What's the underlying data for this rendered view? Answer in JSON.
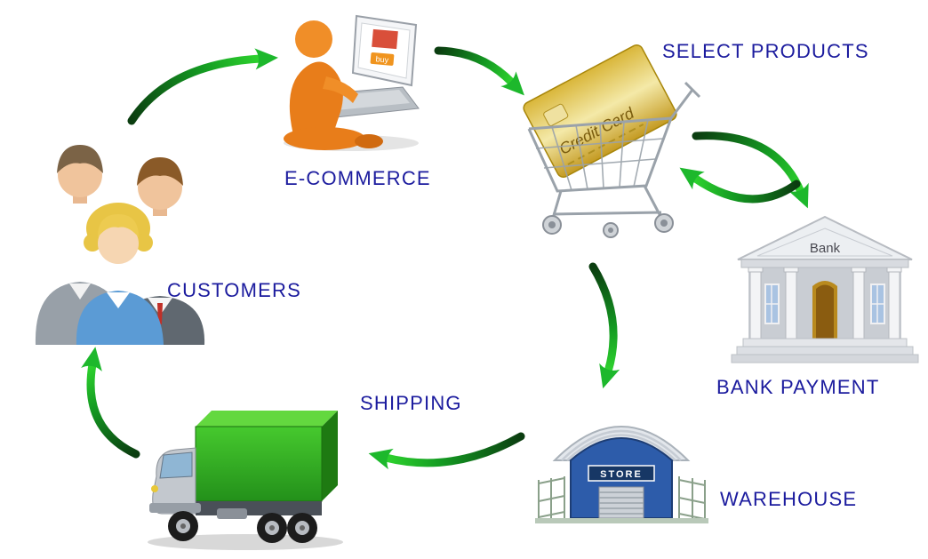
{
  "diagram": {
    "background": "#ffffff",
    "label_color": "#1b1b9e",
    "arrow_color_dark": "#0b3d10",
    "arrow_color_bright": "#2ed32e",
    "nodes": [
      {
        "id": "customers",
        "label": "CUSTOMERS"
      },
      {
        "id": "e-commerce",
        "label": "E-COMMERCE"
      },
      {
        "id": "select-products",
        "label": "SELECT PRODUCTS"
      },
      {
        "id": "bank-payment",
        "label": "BANK PAYMENT"
      },
      {
        "id": "warehouse",
        "label": "WAREHOUSE"
      },
      {
        "id": "shipping",
        "label": "SHIPPING"
      }
    ],
    "connections": [
      {
        "from": "customers",
        "to": "e-commerce"
      },
      {
        "from": "e-commerce",
        "to": "select-products"
      },
      {
        "from": "select-products",
        "to": "bank-payment"
      },
      {
        "from": "bank-payment",
        "to": "select-products"
      },
      {
        "from": "select-products",
        "to": "warehouse"
      },
      {
        "from": "warehouse",
        "to": "shipping"
      },
      {
        "from": "shipping",
        "to": "customers"
      }
    ],
    "illustrations": {
      "bank_sign": "Bank",
      "store_sign": "STORE",
      "credit_card_text": "Credit Card",
      "laptop_buy_button": "buy"
    }
  }
}
